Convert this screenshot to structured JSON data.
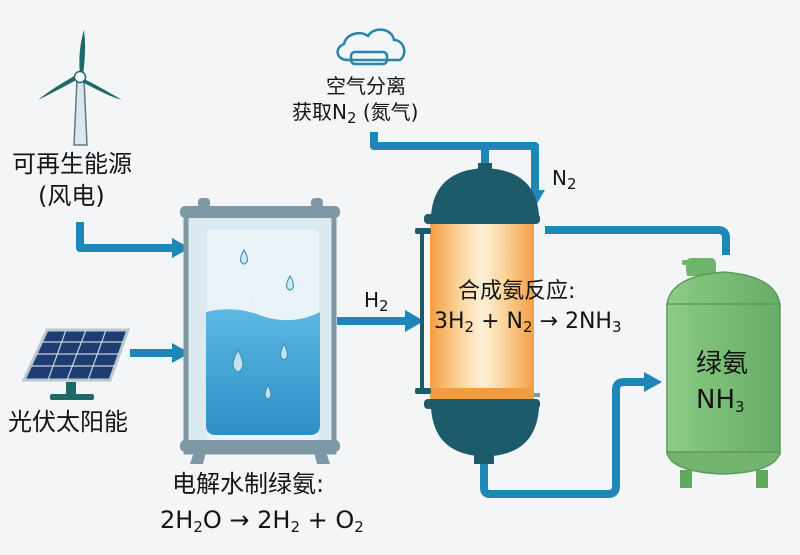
{
  "diagram": {
    "title": "绿氨生产流程",
    "wind": {
      "line1": "可再生能源",
      "line2": "(风电)"
    },
    "solar": {
      "label": "光伏太阳能"
    },
    "air_separation": {
      "line1": "空气分离",
      "line2_prefix": "获取N",
      "line2_sub": "2",
      "line2_suffix": " (氮气)"
    },
    "electrolysis": {
      "title": "电解水制绿氨:",
      "eq": [
        {
          "t": "2H"
        },
        {
          "s": "2"
        },
        {
          "t": "O → 2H"
        },
        {
          "s": "2"
        },
        {
          "t": " + O"
        },
        {
          "s": "2"
        }
      ]
    },
    "h2_arrow": {
      "main": "H",
      "sub": "2"
    },
    "n2_arrow": {
      "main": "N",
      "sub": "2"
    },
    "reactor": {
      "title": "合成氨反应:",
      "eq": [
        {
          "t": "3H"
        },
        {
          "s": "2"
        },
        {
          "t": " + N"
        },
        {
          "s": "2"
        },
        {
          "t": " → 2NH"
        },
        {
          "s": "3"
        }
      ]
    },
    "tank": {
      "line1": "绿氨",
      "line2_main": "NH",
      "line2_sub": "3"
    },
    "colors": {
      "pipe": "#1f86b8",
      "reactor_cap": "#1d5b6b",
      "reactor_glow": "#f7a040",
      "tank": "#7ec27a",
      "water": "#3ea3d6",
      "frame": "#7f98a6",
      "turbine": "#1d6a68"
    }
  }
}
